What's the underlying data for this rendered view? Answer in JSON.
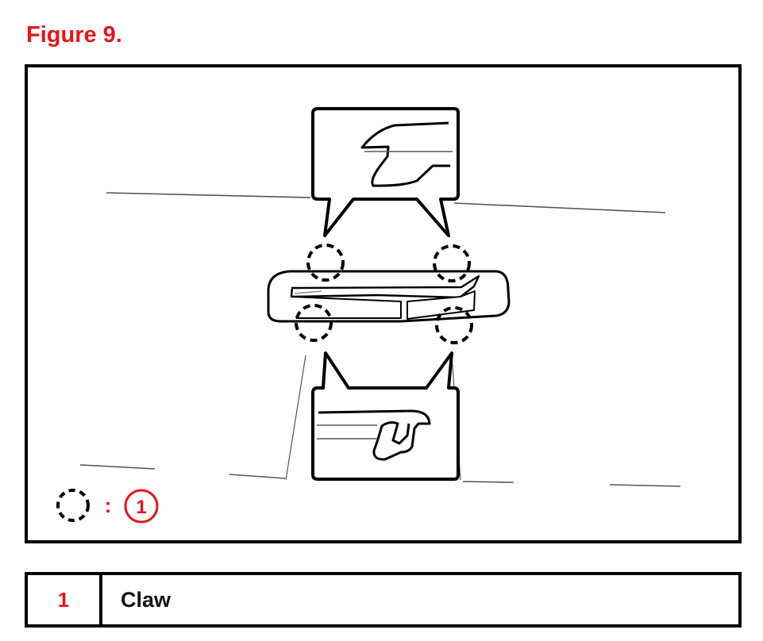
{
  "figure": {
    "title": "Figure 9."
  },
  "diagram": {
    "legend_symbol": {
      "icon": "dashed-circle-icon",
      "separator": ":",
      "callout_number": "1"
    }
  },
  "legend": {
    "rows": [
      {
        "number": "1",
        "description": "Claw"
      }
    ]
  },
  "colors": {
    "accent_red": "#e8141b",
    "line_black": "#000000"
  }
}
